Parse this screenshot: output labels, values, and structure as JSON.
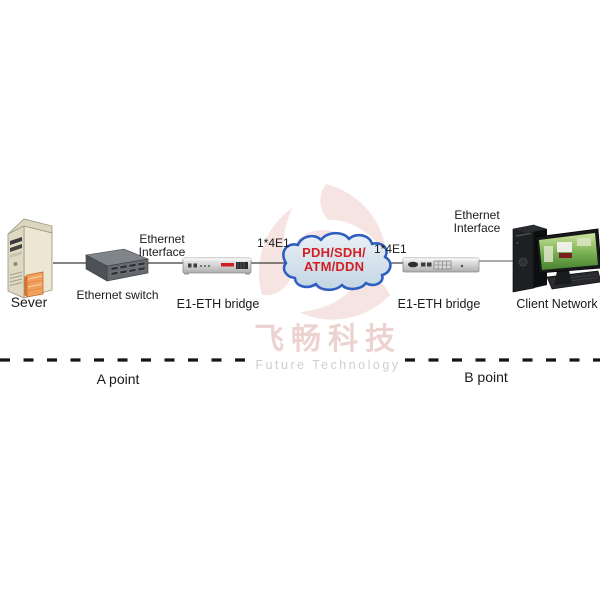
{
  "diagram_title": "",
  "watermark": {
    "brand_cn": "飞畅科技",
    "brand_en": "Future Technology"
  },
  "devices": {
    "server": {
      "label": "Sever"
    },
    "switch": {
      "label": "Ethernet switch"
    },
    "bridge_left": {
      "label": "E1-ETH bridge"
    },
    "bridge_right": {
      "label": "E1-ETH bridge"
    },
    "client": {
      "label": "Client Network"
    }
  },
  "links": {
    "eth_interface_left": {
      "line1": "Ethernet",
      "line2": "Interface"
    },
    "eth_interface_right": {
      "line1": "Ethernet",
      "line2": "Interface"
    },
    "e1_left": "1*4E1",
    "e1_right": "1*4E1"
  },
  "cloud": {
    "line1": "PDH/SDH/",
    "line2": "ATM/DDN"
  },
  "zones": {
    "a_label": "A point",
    "b_label": "B point"
  },
  "icons": {
    "server": "server-tower-icon",
    "switch": "ethernet-switch-icon",
    "bridge_left": "e1-eth-bridge-icon",
    "bridge_right": "e1-eth-bridge-icon",
    "client": "desktop-computer-icon",
    "cloud": "wan-cloud-shape",
    "watermark_logo": "feichang-swirl-logo"
  },
  "colors": {
    "accent_red": "#d21f26",
    "cloud_border": "#2e5fc0",
    "cloud_fill_top": "#eaf1f7",
    "cloud_fill_bottom": "#c3d5e3",
    "label_text": "#1a1a1a",
    "line": "#3c3c3c",
    "gray_line": "#a6a9ad",
    "dash": "#151515",
    "watermark_pink": "rgba(200,130,120,0.35)",
    "watermark_gray": "rgba(140,150,140,0.45)",
    "watermark_logo": "#c0392b"
  }
}
